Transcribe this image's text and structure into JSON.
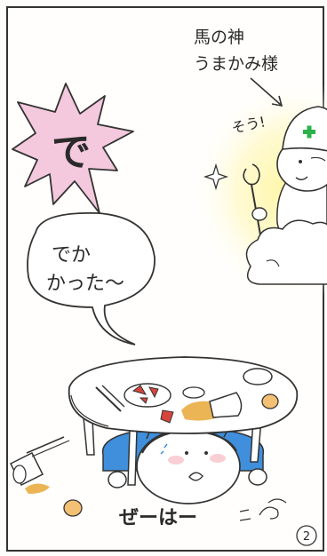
{
  "caption": {
    "line1": "馬の神",
    "line2": "うまかみ様"
  },
  "god_speech": "そう!",
  "burst_text": "で",
  "speech": {
    "line1": "でか",
    "line2": "かった〜"
  },
  "sfx_bottom": "ぜーはー",
  "page_number": "2",
  "colors": {
    "burst_fill": "#f4c9dd",
    "glow": "#fff27a",
    "helmet_cross": "#2bb24c",
    "shirt": "#3f8fdc",
    "sauce": "#e8a838",
    "meat": "#d6453c"
  },
  "icons": [
    "sparkle-icon",
    "green-cross-icon",
    "wind-swirl-icon"
  ]
}
